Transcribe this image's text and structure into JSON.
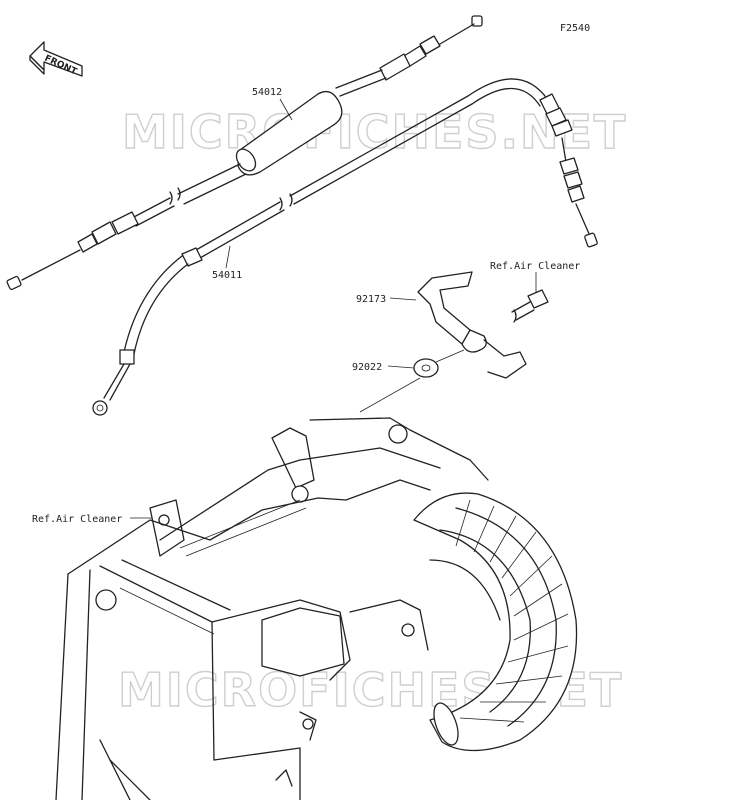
{
  "diagram": {
    "figure_code": "F2540",
    "direction_marker": "FRONT",
    "watermark": "MICROFICHES.NET",
    "parts": [
      {
        "number": "54012"
      },
      {
        "number": "54011"
      },
      {
        "number": "92173"
      },
      {
        "number": "92022"
      }
    ],
    "references": [
      {
        "text": "Ref.Air Cleaner"
      },
      {
        "text": "Ref.Air Cleaner"
      }
    ]
  }
}
